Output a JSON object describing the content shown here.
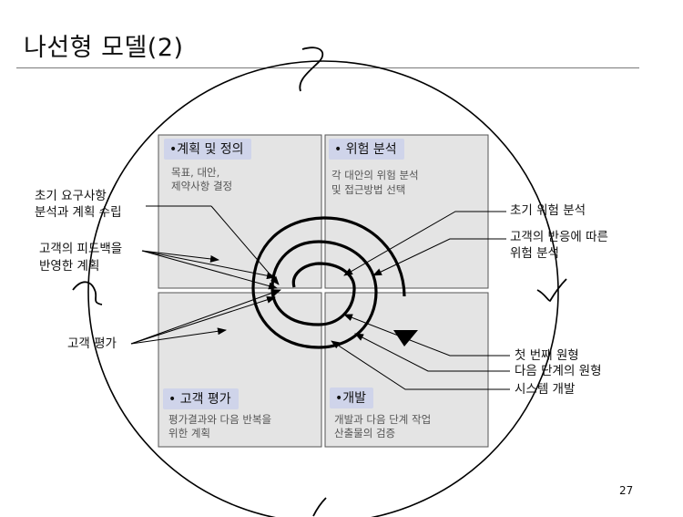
{
  "title": "나선형 모델(2)",
  "page_number": "27",
  "quadrants": {
    "q1": {
      "label": "•계획 및 정의",
      "desc1": "목표,  대안,",
      "desc2": "제약사항 결정"
    },
    "q2": {
      "label": "• 위험 분석",
      "desc1": "각 대안의 위험 분석",
      "desc2": "및 접근방법 선택"
    },
    "q3": {
      "label": "• 고객 평가",
      "desc1": "평가결과와 다음 반복을",
      "desc2": "위한 계획"
    },
    "q4": {
      "label": "•개발",
      "desc1": "개발과 다음 단계 작업",
      "desc2": "산출물의 검증"
    }
  },
  "callouts": {
    "initial_req_1": "초기 요구사항",
    "initial_req_2": "분석과 계획 수립",
    "feedback_1": "고객의 피드백을",
    "feedback_2": "반영한  계획",
    "customer_eval": "고객 평가",
    "initial_risk": "초기 위험 분석",
    "risk_reaction_1": "고객의 반응에 따른",
    "risk_reaction_2": "위험 분석",
    "first_prototype": "첫 번째 원형",
    "next_prototype": "다음 단계의 원형",
    "system_dev": "시스템 개발"
  },
  "colors": {
    "label_bg": "#cfd4ea",
    "quad_fill": "#e4e4e4",
    "line": "#000000"
  }
}
